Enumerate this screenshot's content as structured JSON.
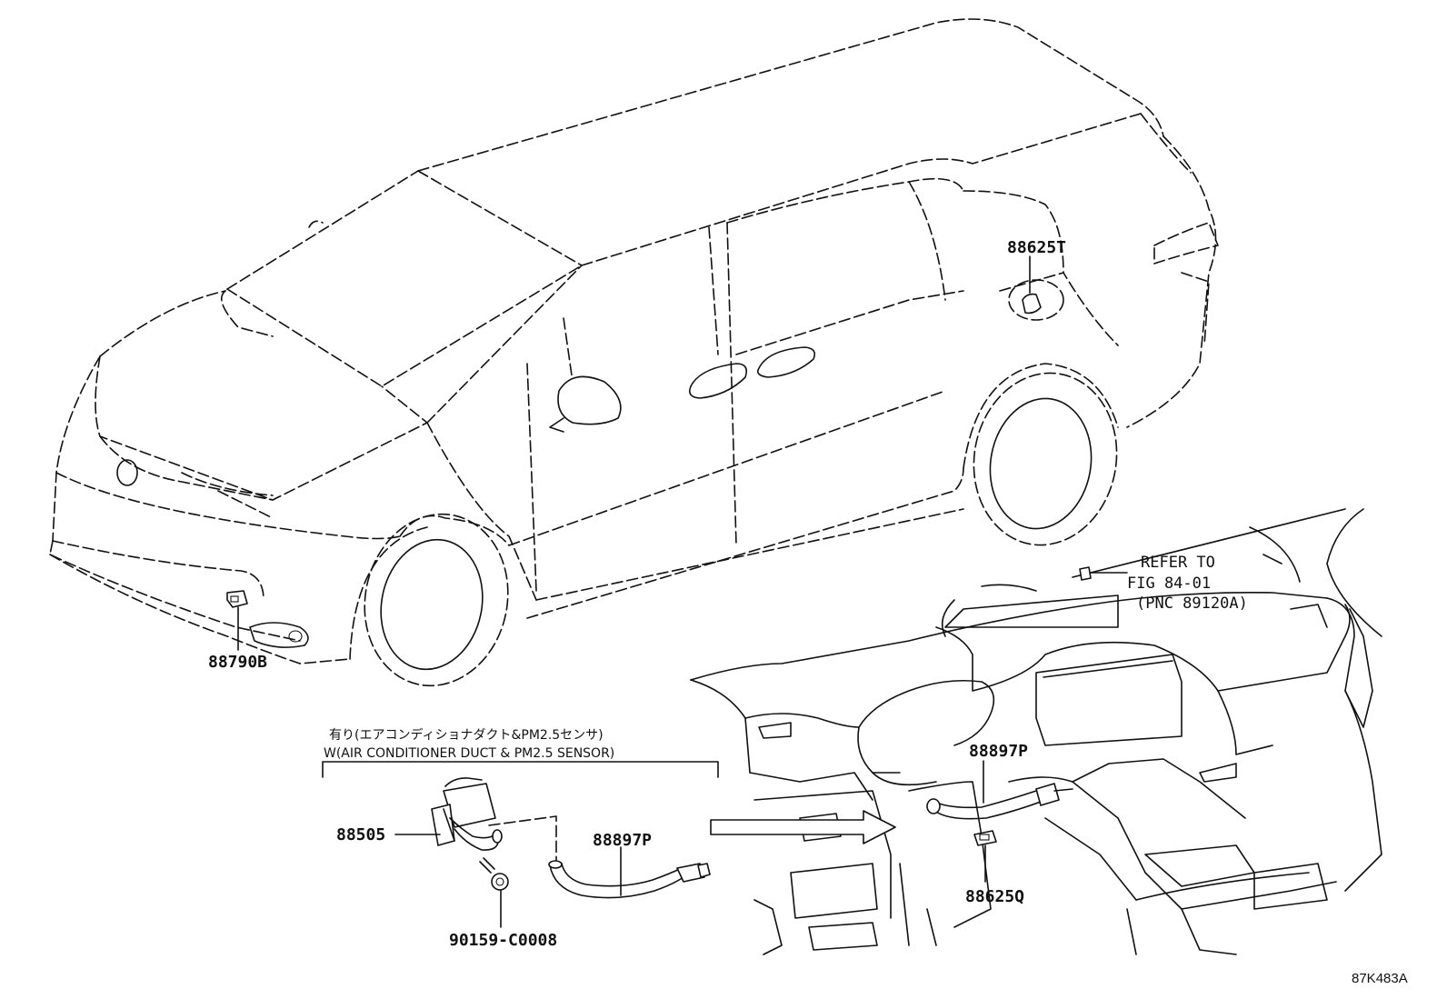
{
  "diagram_code": "87K483A",
  "callouts": {
    "p88625T": "88625T",
    "p88790B": "88790B",
    "p88505": "88505",
    "p88897P_left": "88897P",
    "p88897P_right": "88897P",
    "p88625Q": "88625Q",
    "p90159": "90159-C0008"
  },
  "refer_note": {
    "line1": "REFER TO",
    "line2": "FIG 84-01",
    "line3": "(PNC 89120A)"
  },
  "option_note": {
    "jp": "有り(エアコンディショナダクト&PM2.5センサ)",
    "en": "W(AIR CONDITIONER DUCT & PM2.5 SENSOR)"
  }
}
